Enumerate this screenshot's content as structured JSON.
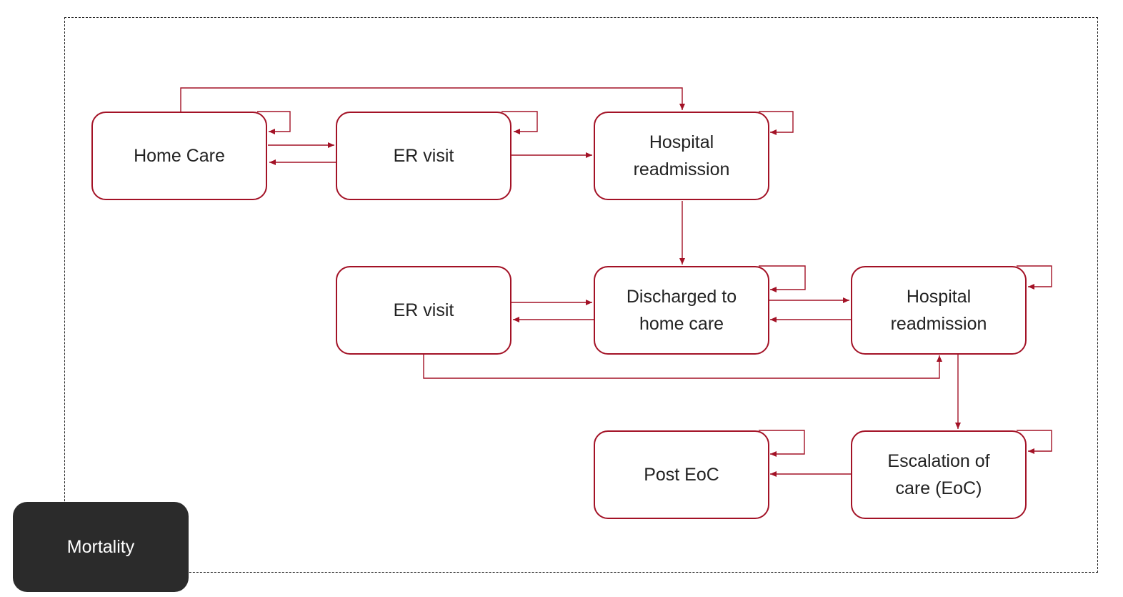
{
  "colors": {
    "accent": "#a31226",
    "frame": "#222222",
    "mortality_bg": "#2b2b2b"
  },
  "nodes": {
    "home_care": "Home Care",
    "er_visit_1": "ER visit",
    "hospital_readmission_1": "Hospital\nreadmission",
    "er_visit_2": "ER visit",
    "discharged_home_care": "Discharged to\nhome care",
    "hospital_readmission_2": "Hospital\nreadmission",
    "post_eoc": "Post EoC",
    "escalation_of_care": "Escalation of\ncare (EoC)",
    "mortality": "Mortality"
  }
}
